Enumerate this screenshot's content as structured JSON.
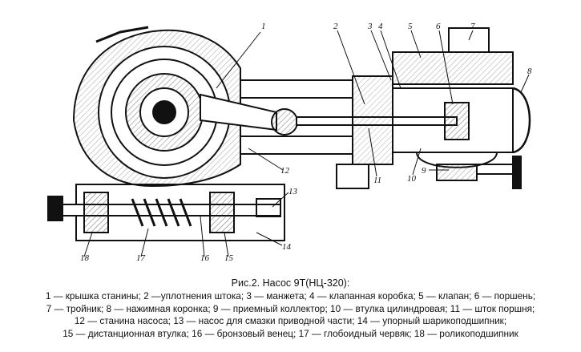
{
  "figure": {
    "callouts": [
      {
        "id": "c1",
        "text": "1"
      },
      {
        "id": "c2",
        "text": "2"
      },
      {
        "id": "c3",
        "text": "3"
      },
      {
        "id": "c4",
        "text": "4"
      },
      {
        "id": "c5",
        "text": "5"
      },
      {
        "id": "c6",
        "text": "6"
      },
      {
        "id": "c7",
        "text": "7"
      },
      {
        "id": "c8",
        "text": "8"
      },
      {
        "id": "c9",
        "text": "9"
      },
      {
        "id": "c10",
        "text": "10"
      },
      {
        "id": "c11",
        "text": "11"
      },
      {
        "id": "c12",
        "text": "12"
      },
      {
        "id": "c13",
        "text": "13"
      },
      {
        "id": "c14",
        "text": "14"
      },
      {
        "id": "c15",
        "text": "15"
      },
      {
        "id": "c16",
        "text": "16"
      },
      {
        "id": "c17",
        "text": "17"
      },
      {
        "id": "c18",
        "text": "18"
      }
    ]
  },
  "caption": {
    "title": "Рис.2. Насос 9Т(НЦ-320):",
    "lines": [
      "1 — крышка станины; 2 —уплотнения штока; 3 — манжета; 4 — клапанная коробка; 5 — клапан; 6 — поршень;",
      "7 — тройник; 8 — нажимная коронка; 9 — приемный коллектор; 10 — втулка цилиндровая; 11 — шток поршня;",
      "12 — станина насоса; 13 — насос для смазки приводной части; 14 — упорный шарикоподшипник;",
      "15 — дистанционная втулка; 16 — бронзовый венец; 17 — глобоидный червяк; 18 — роликоподшипник"
    ]
  }
}
